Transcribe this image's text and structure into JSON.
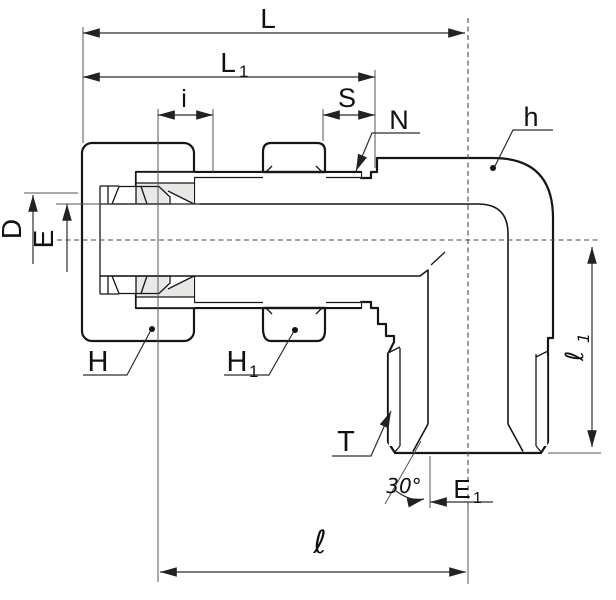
{
  "drawing": {
    "type": "technical-drawing",
    "description": "Sectioned side view of a 90-degree elbow compression tube fitting with dimension callouts"
  },
  "labels": {
    "L": "L",
    "L1_main": "L",
    "L1_sub": "1",
    "i": "i",
    "S": "S",
    "N": "N",
    "h": "h",
    "D": "D",
    "E": "E",
    "H": "H",
    "H1_main": "H",
    "H1_sub": "1",
    "T": "T",
    "angle": "30°",
    "E1_main": "E",
    "E1_sub": "1",
    "l1_main": "ℓ",
    "l1_sub": "1",
    "ell": "ℓ"
  },
  "colors": {
    "background": "#ffffff",
    "body_fill": "#e8e9e7",
    "nut_fill": "#c7c9c7",
    "ferrule_fill": "#a8acaa",
    "bore_fill": "#ffffff",
    "outline": "#161616",
    "dimension_line": "#2e2e2e",
    "text": "#111111"
  }
}
